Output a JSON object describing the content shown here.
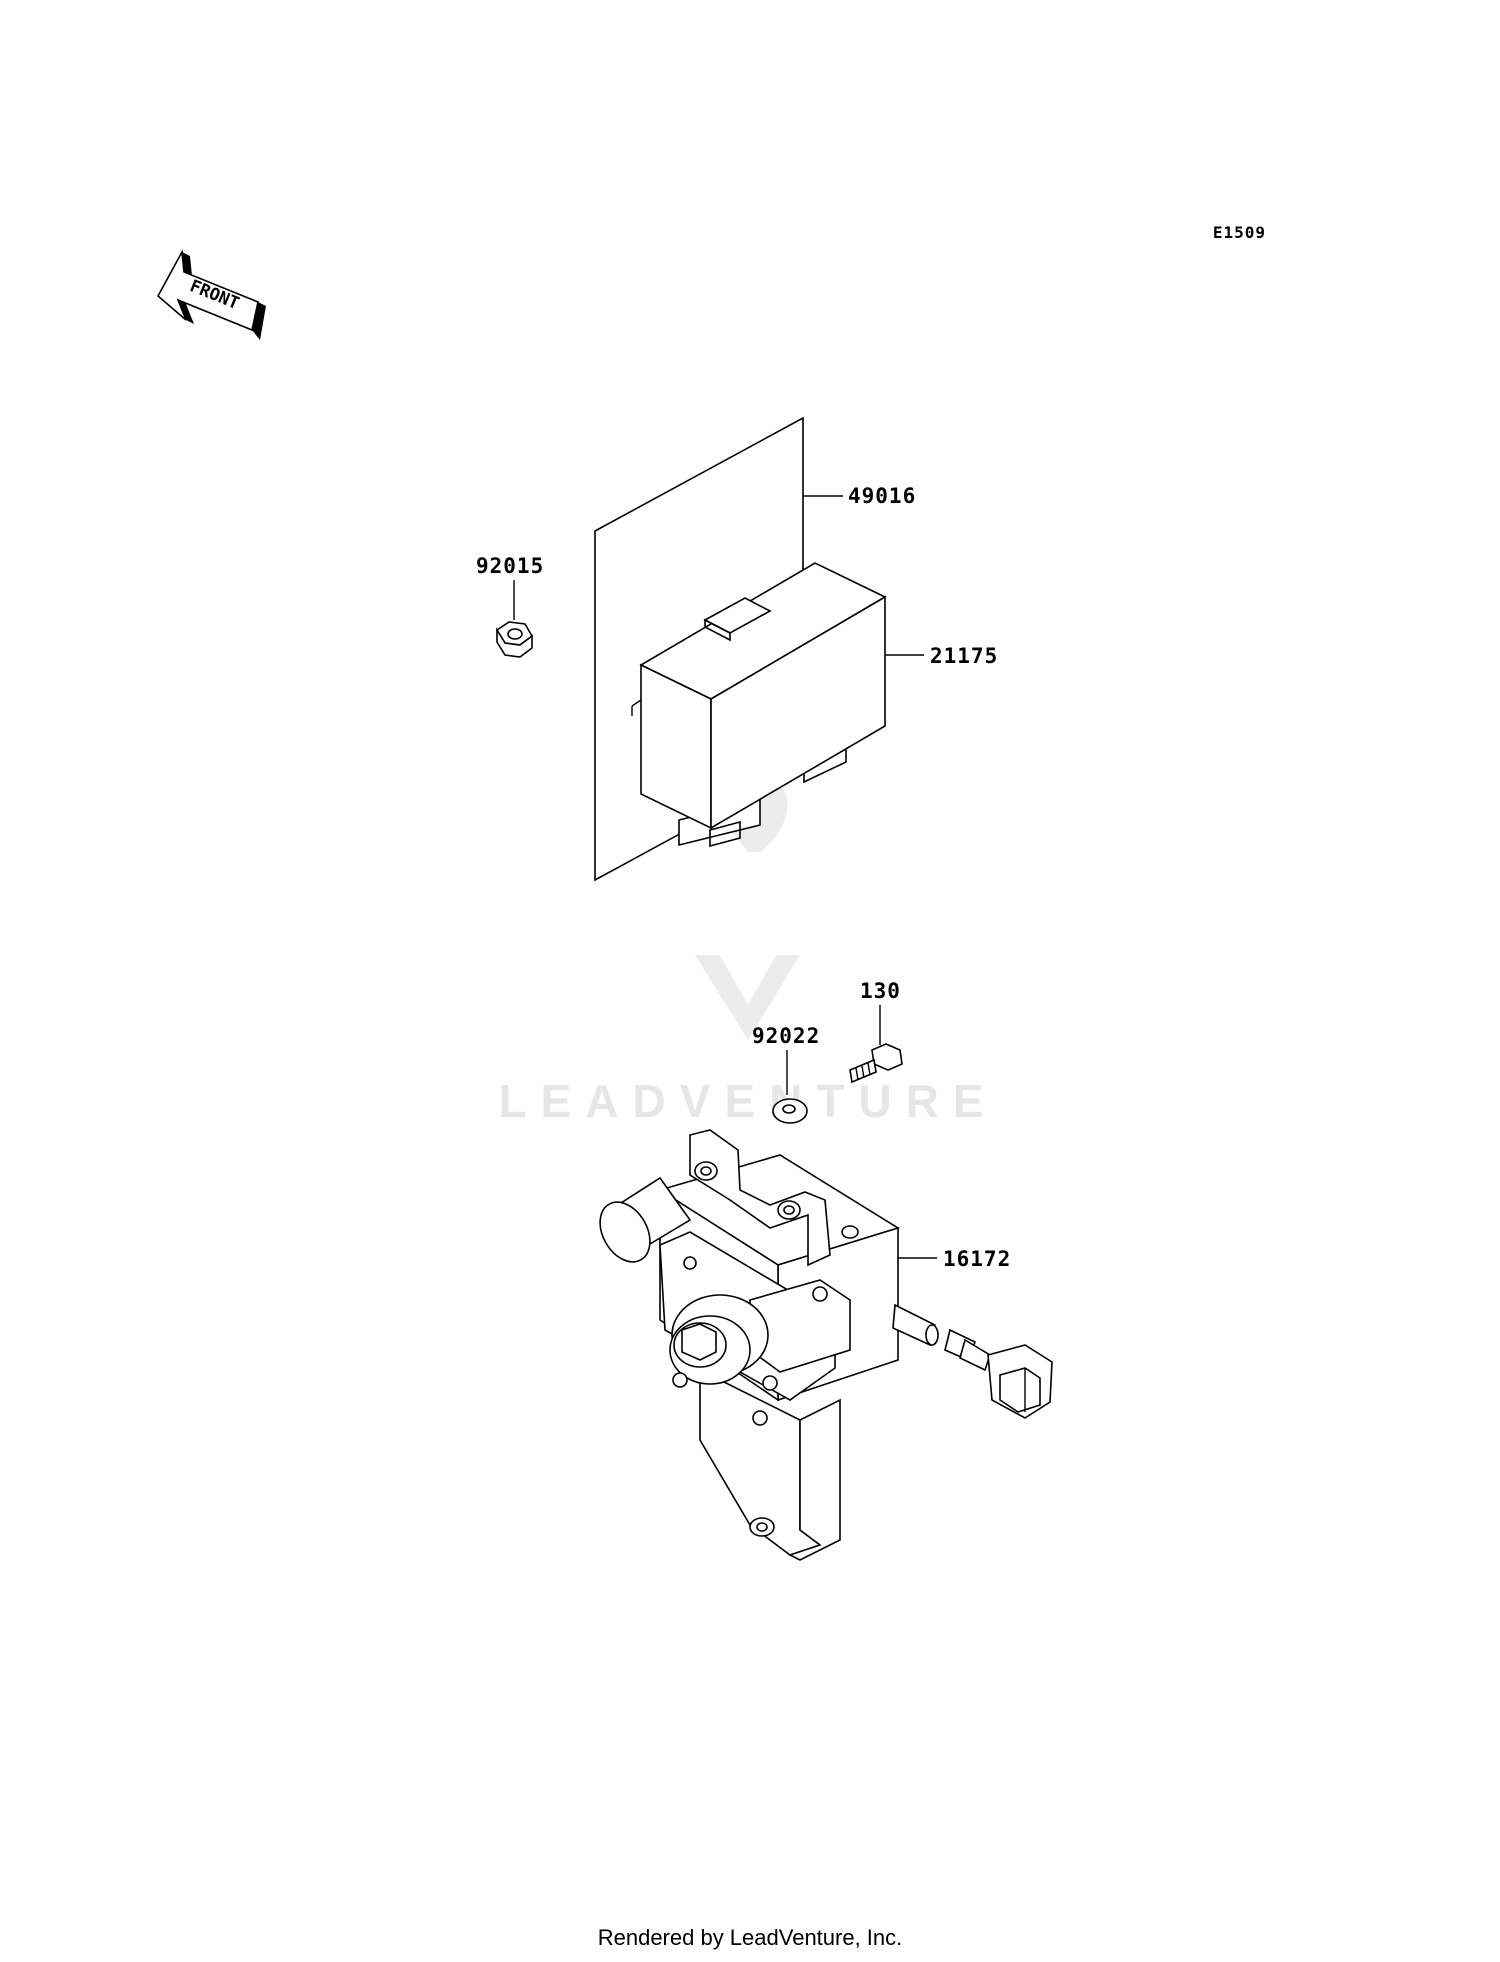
{
  "diagram_id": "E1509",
  "front_label": "FRONT",
  "watermark": "LEADVENTURE",
  "footer": "Rendered by LeadVenture, Inc.",
  "parts": {
    "p49016": "49016",
    "p92015": "92015",
    "p21175": "21175",
    "p130": "130",
    "p92022": "92022",
    "p16172": "16172"
  }
}
